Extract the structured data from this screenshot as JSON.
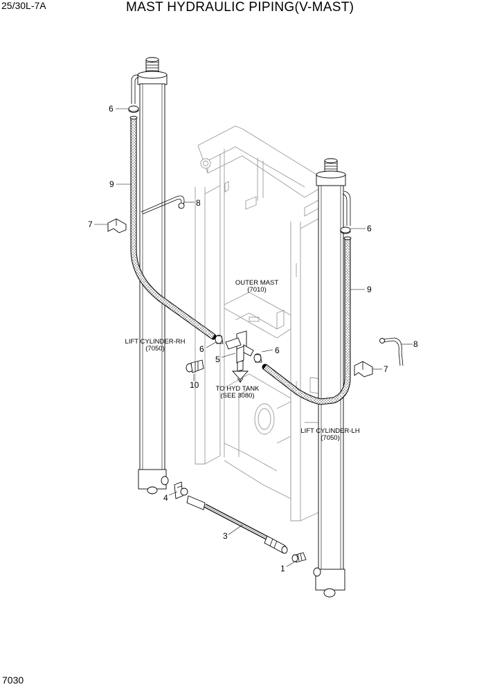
{
  "header": {
    "model": "25/30L-7A",
    "title": "MAST HYDRAULIC PIPING(V-MAST)"
  },
  "footer": {
    "page_number": "7030"
  },
  "callouts": {
    "c1": "1",
    "c3": "3",
    "c4": "4",
    "c5": "5",
    "c6a": "6",
    "c6b": "6",
    "c6c": "6",
    "c6d": "6",
    "c7a": "7",
    "c7b": "7",
    "c8a": "8",
    "c8b": "8",
    "c9a": "9",
    "c9b": "9",
    "c10": "10"
  },
  "labels": {
    "outer_mast": "OUTER MAST",
    "outer_mast_ref": "(7010)",
    "lift_cyl_rh": "LIFT CYLINDER-RH",
    "lift_cyl_rh_ref": "(7050)",
    "lift_cyl_lh": "LIFT CYLINDER-LH",
    "lift_cyl_lh_ref": "(7050)",
    "to_hyd_tank": "TO HYD TANK",
    "to_hyd_tank_ref": "(SEE 3080)"
  }
}
